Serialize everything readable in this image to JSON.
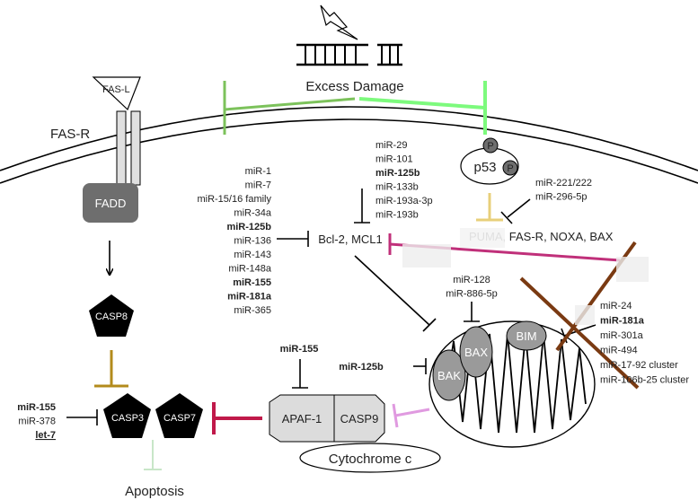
{
  "diagram": {
    "top_label": "Excess Damage",
    "receptor": {
      "ligand": "FAS-L",
      "receptor": "FAS-R",
      "adaptor": "FADD"
    },
    "nodes": {
      "p53": "p53",
      "p_mark": "P",
      "p53_targets": "PUMA, FAS-R, NOXA, BAX",
      "bcl2": "Bcl-2, MCL1",
      "bim": "BIM",
      "bak": "BAK",
      "bax": "BAX",
      "casp8": "CASP8",
      "casp3": "CASP3",
      "casp7": "CASP7",
      "apaf1": "APAF-1",
      "casp9": "CASP9",
      "cytochrome": "Cytochrome c",
      "apoptosis": "Apoptosis"
    },
    "mirna_bcl2_left": [
      {
        "text": "miR-1",
        "bold": false,
        "underline": false
      },
      {
        "text": "miR-7",
        "bold": false,
        "underline": false
      },
      {
        "text": "miR-15/16 family",
        "bold": false,
        "underline": false
      },
      {
        "text": "miR-34a",
        "bold": false,
        "underline": false
      },
      {
        "text": "miR-125b",
        "bold": true,
        "underline": false
      },
      {
        "text": "miR-136",
        "bold": false,
        "underline": false
      },
      {
        "text": "miR-143",
        "bold": false,
        "underline": false
      },
      {
        "text": "miR-148a",
        "bold": false,
        "underline": false
      },
      {
        "text": "miR-155",
        "bold": true,
        "underline": false
      },
      {
        "text": "miR-181a",
        "bold": true,
        "underline": false
      },
      {
        "text": "miR-365",
        "bold": false,
        "underline": false
      }
    ],
    "mirna_bcl2_top": [
      {
        "text": "miR-29",
        "bold": false,
        "underline": false
      },
      {
        "text": "miR-101",
        "bold": false,
        "underline": false
      },
      {
        "text": "miR-125b",
        "bold": true,
        "underline": false
      },
      {
        "text": "miR-133b",
        "bold": false,
        "underline": false
      },
      {
        "text": "miR-193a-3p",
        "bold": false,
        "underline": false
      },
      {
        "text": "miR-193b",
        "bold": false,
        "underline": false
      }
    ],
    "mirna_p53": [
      {
        "text": "miR-221/222",
        "bold": false,
        "underline": false
      },
      {
        "text": "miR-296-5p",
        "bold": false,
        "underline": false
      }
    ],
    "mirna_bax": [
      {
        "text": "miR-128",
        "bold": false,
        "underline": false
      },
      {
        "text": "miR-886-5p",
        "bold": false,
        "underline": false
      }
    ],
    "mirna_bim": [
      {
        "text": "miR-24",
        "bold": false,
        "underline": false
      },
      {
        "text": "miR-181a",
        "bold": true,
        "underline": false
      },
      {
        "text": "miR-301a",
        "bold": false,
        "underline": false
      },
      {
        "text": "miR-494",
        "bold": false,
        "underline": false
      },
      {
        "text": "miR-17-92 cluster",
        "bold": false,
        "underline": false
      },
      {
        "text": "miR-106b-25 cluster",
        "bold": false,
        "underline": false
      }
    ],
    "mirna_apaf1": [
      {
        "text": "miR-155",
        "bold": true,
        "underline": false
      }
    ],
    "mirna_bak": [
      {
        "text": "miR-125b",
        "bold": true,
        "underline": false
      }
    ],
    "mirna_casp3": [
      {
        "text": "miR-155",
        "bold": true,
        "underline": false
      },
      {
        "text": "miR-378",
        "bold": false,
        "underline": false
      },
      {
        "text": "let-7",
        "bold": true,
        "underline": true
      }
    ],
    "colors": {
      "green_inhibition": "#7cc25b",
      "bright_green": "#7dfa7d",
      "gold": "#b38b1c",
      "light_gold": "#e8cf7a",
      "magenta": "#c0307a",
      "crimson": "#c0194a",
      "pink": "#e09ae0",
      "brown": "#7a3a12",
      "black": "#000000",
      "dark_gray": "#6e6e6e",
      "gray": "#9a9a9a",
      "light_gray": "#d8d8d8"
    }
  }
}
